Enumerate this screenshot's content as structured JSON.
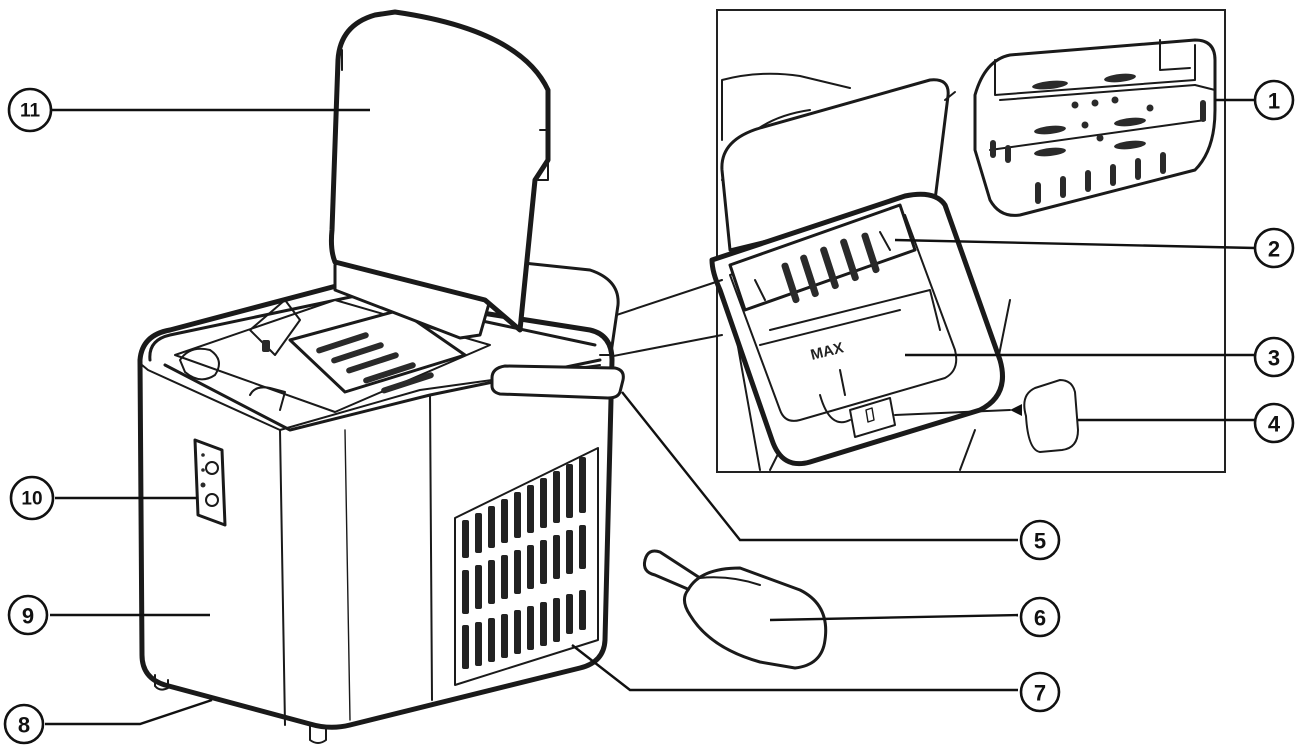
{
  "diagram": {
    "inset_label": "MAX",
    "callouts": [
      {
        "id": "1",
        "label": "1"
      },
      {
        "id": "2",
        "label": "2"
      },
      {
        "id": "3",
        "label": "3"
      },
      {
        "id": "4",
        "label": "4"
      },
      {
        "id": "5",
        "label": "5"
      },
      {
        "id": "6",
        "label": "6"
      },
      {
        "id": "7",
        "label": "7"
      },
      {
        "id": "8",
        "label": "8"
      },
      {
        "id": "9",
        "label": "9"
      },
      {
        "id": "10",
        "label": "10"
      },
      {
        "id": "11",
        "label": "11"
      }
    ]
  },
  "colors": {
    "line": "#1a1a1a",
    "background": "#ffffff"
  }
}
